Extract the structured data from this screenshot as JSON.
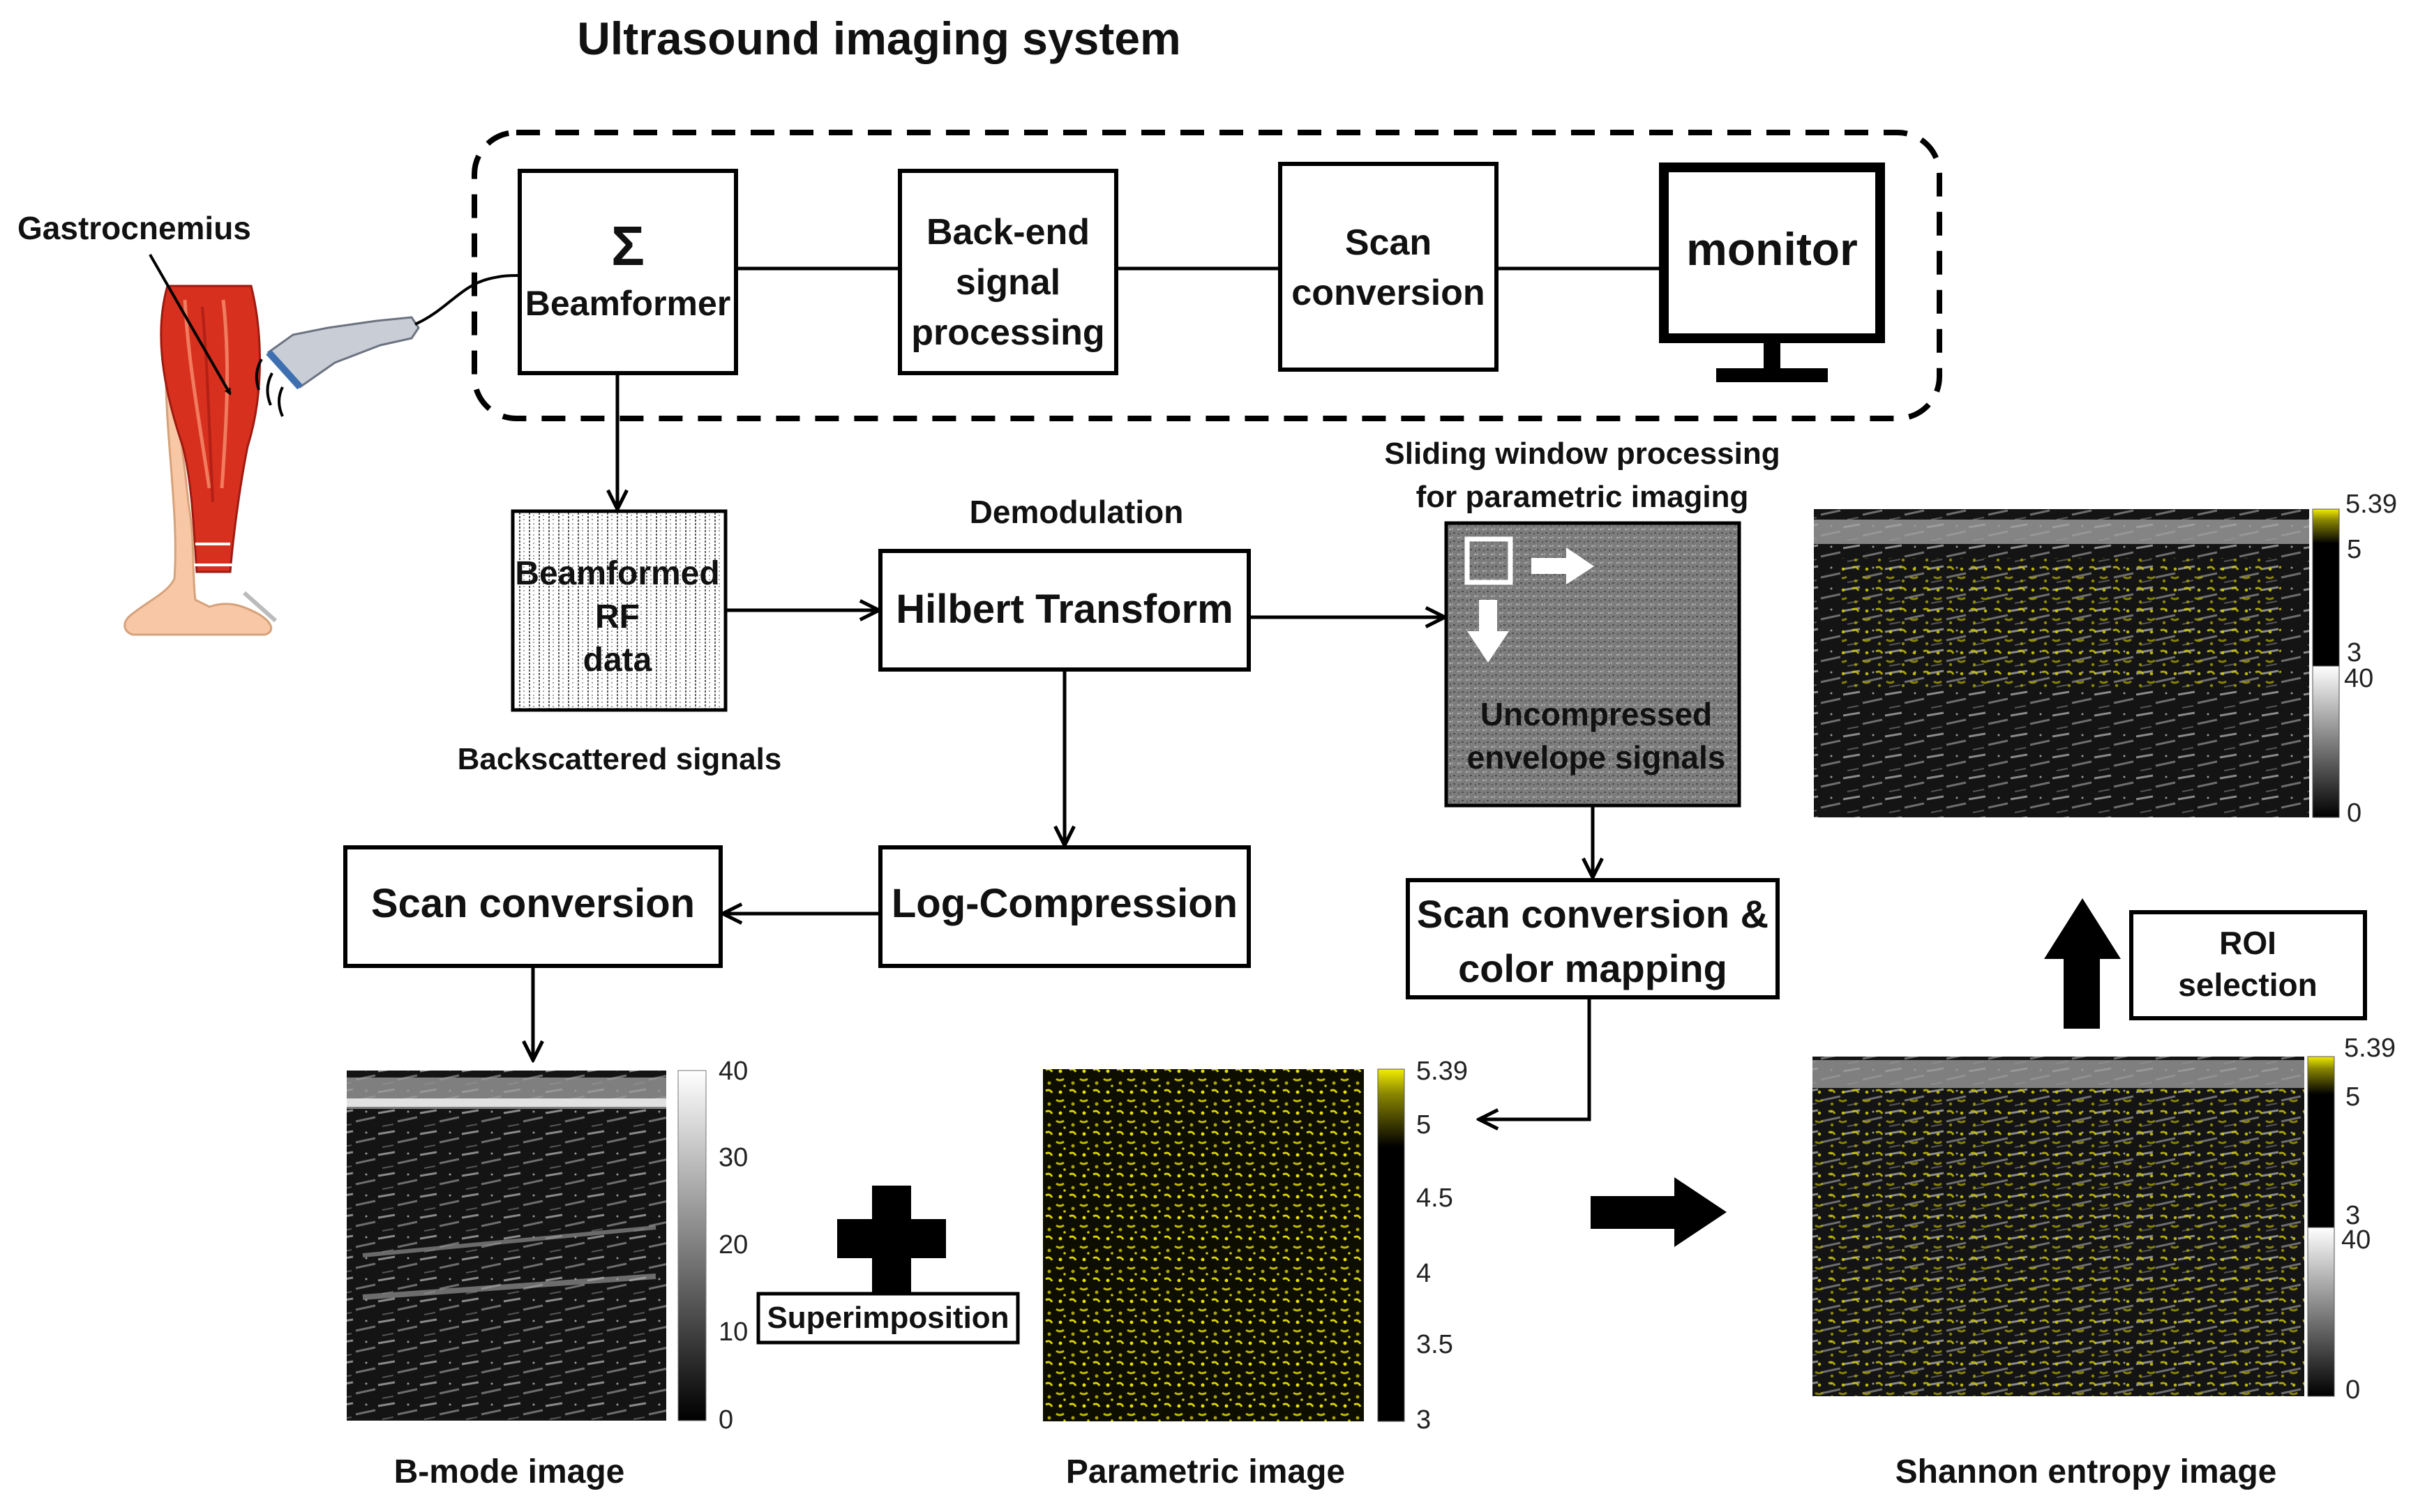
{
  "title": "Ultrasound imaging system",
  "anatomy_label": "Gastrocnemius",
  "system": {
    "beamformer_symbol": "Σ",
    "beamformer": "Beamformer",
    "backend": [
      "Back-end",
      "signal",
      "processing"
    ],
    "scan_conversion": [
      "Scan",
      "conversion"
    ],
    "monitor": "monitor"
  },
  "rf_data": {
    "box_text": [
      "Beamformed",
      "RF",
      "data"
    ],
    "caption": "Backscattered signals"
  },
  "demodulation": {
    "caption": "Demodulation",
    "box": "Hilbert Transform"
  },
  "sliding_window": {
    "caption": [
      "Sliding window processing",
      "for parametric imaging"
    ],
    "box_text": [
      "Uncompressed",
      "envelope signals"
    ]
  },
  "log_compression": "Log-Compression",
  "scan_conversion_left": "Scan conversion",
  "scan_color": [
    "Scan conversion &",
    "color mapping"
  ],
  "superimposition": "Superimposition",
  "roi_selection": [
    "ROI",
    "selection"
  ],
  "bmode": {
    "caption": "B-mode image",
    "colorbar_ticks": [
      "40",
      "30",
      "20",
      "10",
      "0"
    ]
  },
  "parametric": {
    "caption": "Parametric image",
    "colorbar_ticks": [
      "5.39",
      "5",
      "4.5",
      "4",
      "3.5",
      "3"
    ]
  },
  "shannon": {
    "caption": "Shannon entropy image",
    "colorbar_entropy_ticks": [
      "5.39",
      "5",
      "3"
    ],
    "colorbar_gray_ticks": [
      "40",
      "0"
    ]
  },
  "shannon_top": {
    "colorbar_entropy_ticks": [
      "5.39",
      "5",
      "3"
    ],
    "colorbar_gray_ticks": [
      "40",
      "0"
    ]
  },
  "colors": {
    "muscle": "#d7301f",
    "foot": "#f4b183",
    "probe": "#c9ced6",
    "gray_panel": "#8a8a8a",
    "entropy_yellow": "#d9d300"
  }
}
